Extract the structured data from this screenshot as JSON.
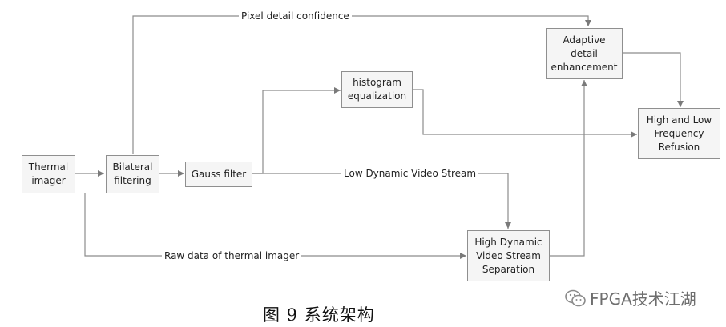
{
  "diagram": {
    "nodes": {
      "thermal_imager": "Thermal\nimager",
      "bilateral_filtering": "Bilateral\nfiltering",
      "gauss_filter": "Gauss filter",
      "histogram_equalization": "histogram\nequalization",
      "adaptive_detail_enhancement": "Adaptive\ndetail\nenhancement",
      "high_low_refusion": "High and Low\nFrequency\nRefusion",
      "high_dynamic_separation": "High Dynamic\nVideo Stream\nSeparation"
    },
    "edge_labels": {
      "pixel_detail_confidence": "Pixel detail confidence",
      "low_dynamic_video_stream": "Low Dynamic Video Stream",
      "raw_data": "Raw data of thermal imager"
    }
  },
  "caption": "图 9 系统架构",
  "watermark": {
    "text": "FPGA技术江湖",
    "icon": "wechat-icon"
  }
}
